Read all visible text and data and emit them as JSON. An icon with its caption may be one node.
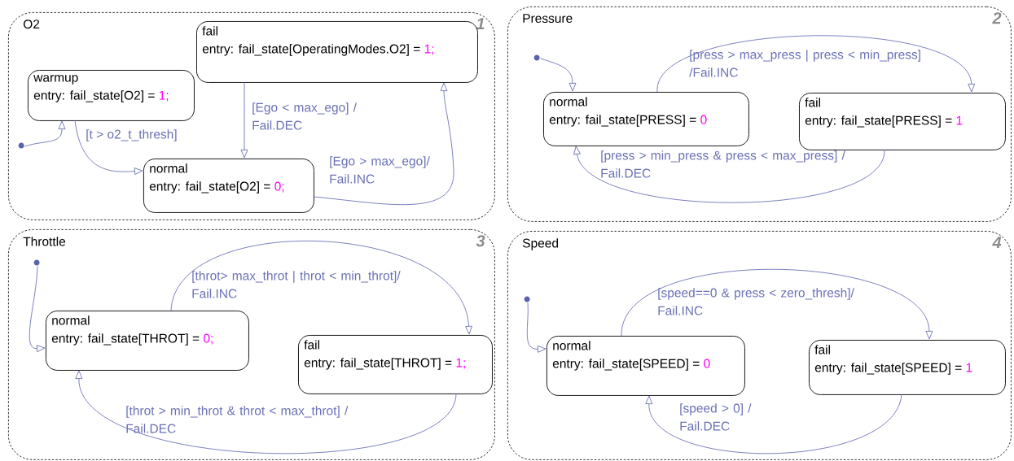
{
  "diagram": {
    "nodes": [
      {
        "text": [
          "O2",
          "1"
        ]
      },
      {
        "text": [
          "warmup",
          "entry: fail_state[O2] =",
          "1;"
        ],
        "in": 0
      },
      {
        "text": [
          "fail",
          "entry: fail_state[OperatingModes.O2] =",
          "1;"
        ],
        "in": 0
      },
      {
        "text": [
          "normal",
          "entry: fail_state[O2] =",
          "0;"
        ],
        "in": 0
      },
      {
        "text": [
          "Pressure",
          "2"
        ]
      },
      {
        "text": [
          "normal",
          "entry: fail_state[PRESS] =",
          "0"
        ],
        "in": 4
      },
      {
        "text": [
          "fail",
          "entry: fail_state[PRESS] =",
          "1"
        ],
        "in": 4
      },
      {
        "text": [
          "Throttle",
          "3"
        ]
      },
      {
        "text": [
          "normal",
          "entry: fail_state[THROT] =",
          "0;"
        ],
        "in": 7
      },
      {
        "text": [
          "fail",
          "entry: fail_state[THROT] =",
          "1;"
        ],
        "in": 7
      },
      {
        "text": [
          "Speed",
          "4"
        ]
      },
      {
        "text": [
          "normal",
          "entry: fail_state[SPEED] =",
          "0"
        ],
        "in": 10
      },
      {
        "text": [
          "fail",
          "entry: fail_state[SPEED] =",
          "1"
        ],
        "in": 10
      },
      {
        "text": [],
        "shape": "circle",
        "in": 0
      },
      {
        "text": [],
        "shape": "circle",
        "in": 4
      },
      {
        "text": [],
        "shape": "circle",
        "in": 7
      },
      {
        "text": [],
        "shape": "circle",
        "in": 10
      }
    ],
    "edges": [
      {
        "from": 13,
        "to": 1,
        "arrow": "to"
      },
      {
        "from": 1,
        "to": 3,
        "label": "[t > o2_t_thresh]",
        "arrow": "to"
      },
      {
        "from": 2,
        "to": 3,
        "label": "[Ego < max_ego] / Fail.DEC",
        "arrow": "to"
      },
      {
        "from": 3,
        "to": 2,
        "label": "[Ego > max_ego]/ Fail.INC",
        "arrow": "to"
      },
      {
        "from": 14,
        "to": 5,
        "arrow": "to"
      },
      {
        "from": 5,
        "to": 6,
        "label": "[press > max_press | press < min_press] /Fail.INC",
        "arrow": "to"
      },
      {
        "from": 6,
        "to": 5,
        "label": "[press > min_press & press < max_press] / Fail.DEC",
        "arrow": "to"
      },
      {
        "from": 15,
        "to": 8,
        "arrow": "to"
      },
      {
        "from": 8,
        "to": 9,
        "label": "[throt> max_throt | throt < min_throt]/ Fail.INC",
        "arrow": "to"
      },
      {
        "from": 9,
        "to": 8,
        "label": "[throt > min_throt & throt < max_throt] / Fail.DEC",
        "arrow": "to"
      },
      {
        "from": 16,
        "to": 11,
        "arrow": "to"
      },
      {
        "from": 11,
        "to": 12,
        "label": "[speed==0 & press < zero_thresh]/ Fail.INC",
        "arrow": "to"
      },
      {
        "from": 12,
        "to": 11,
        "label": "[speed > 0] / Fail.DEC",
        "arrow": "to"
      }
    ]
  }
}
